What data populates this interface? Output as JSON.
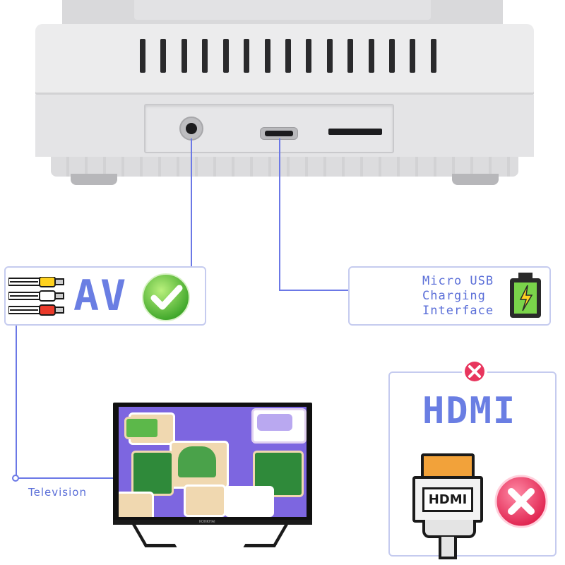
{
  "av_box": {
    "title": "AV",
    "check_icon": "green-check-icon",
    "cable_icon": "rca-cable-icon"
  },
  "usb_box": {
    "label": "Micro USB\nCharging\nInterface",
    "battery_icon": "battery-charging-icon"
  },
  "hdmi_box": {
    "title": "HDMI",
    "plug_label": "HDMI",
    "small_x_icon": "red-x-icon",
    "big_x_icon": "red-x-icon"
  },
  "television": {
    "label": "Television",
    "brand": "KONKHAI"
  },
  "colors": {
    "accent": "#6a7ee3",
    "line": "#6b78e6",
    "box_border": "#c5cbef",
    "check_green": "#5cc53a",
    "x_red": "#e8365e"
  }
}
